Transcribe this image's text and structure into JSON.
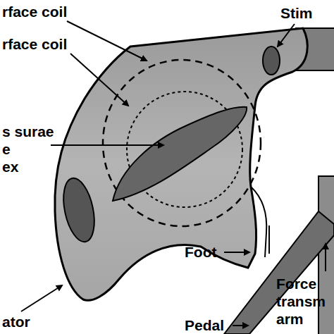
{
  "diagram": {
    "labels": [
      "rface coil",
      "rface coil",
      "s surae",
      "e",
      "ex",
      "Stim",
      "ator",
      "Foot",
      "Pedal",
      "Force",
      "transm",
      "arm"
    ]
  }
}
